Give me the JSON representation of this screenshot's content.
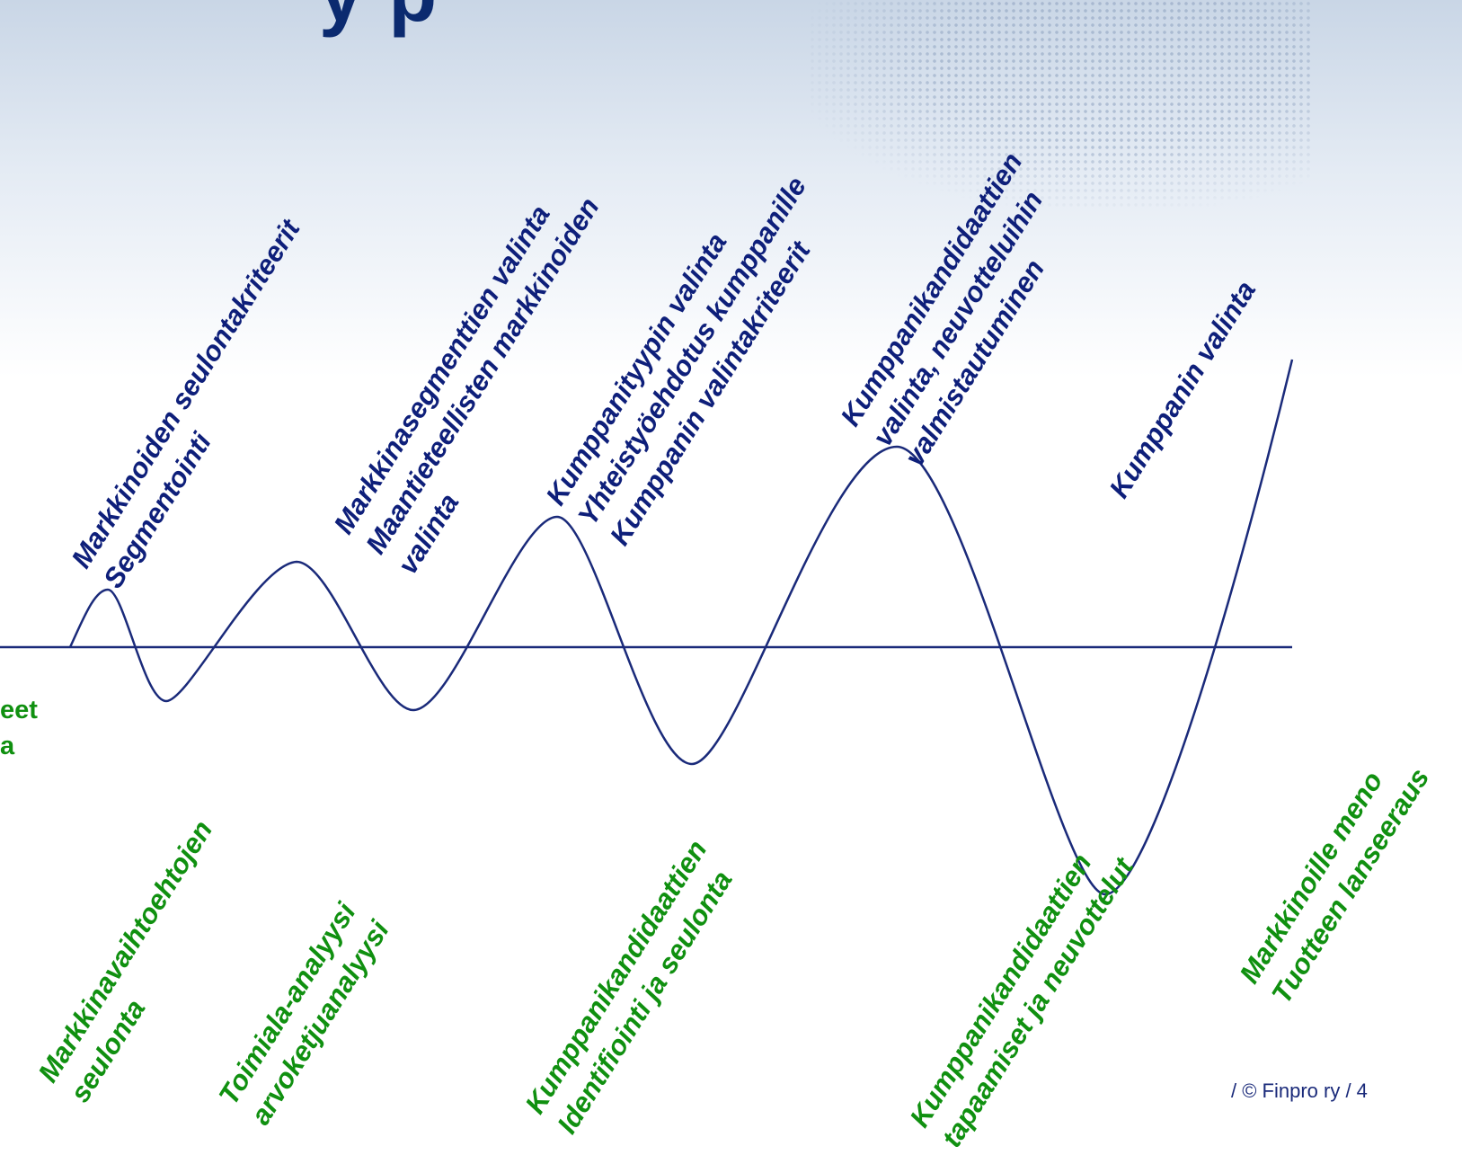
{
  "header": {
    "title_fragment": "y  p"
  },
  "top_labels": [
    [
      "Markkinoiden seulontakriteerit",
      "Segmentointi"
    ],
    [
      "Markkinasegmenttien valinta",
      "Maantieteellisten markkinoiden",
      "valinta"
    ],
    [
      "Kumppanityypin valinta",
      "Yhteistyöehdotus kumppanille",
      "Kumppanin valintakriteerit"
    ],
    [
      "Kumppanikandidaattien",
      "valinta, neuvotteluihin",
      "valmistautuminen"
    ],
    [
      "Kumppanin valinta"
    ]
  ],
  "bottom_labels": [
    [
      "Markkinavaihtoehtojen",
      "seulonta"
    ],
    [
      "Toimiala-analyysi",
      "arvoketjuanalyysi"
    ],
    [
      "Kumppanikandidaattien",
      "Identifiointi ja seulonta"
    ],
    [
      "Kumppanikandidaattien",
      "tapaamiset  ja neuvottelut"
    ],
    [
      "Markkinoille meno",
      "Tuotteen lanseeraus"
    ]
  ],
  "left_partial": [
    "eet",
    "a"
  ],
  "footer": {
    "text": "/ © Finpro ry  / 4"
  },
  "colors": {
    "blue": "#0e1f7a",
    "green": "#109010",
    "line": "#1a2a7a"
  }
}
